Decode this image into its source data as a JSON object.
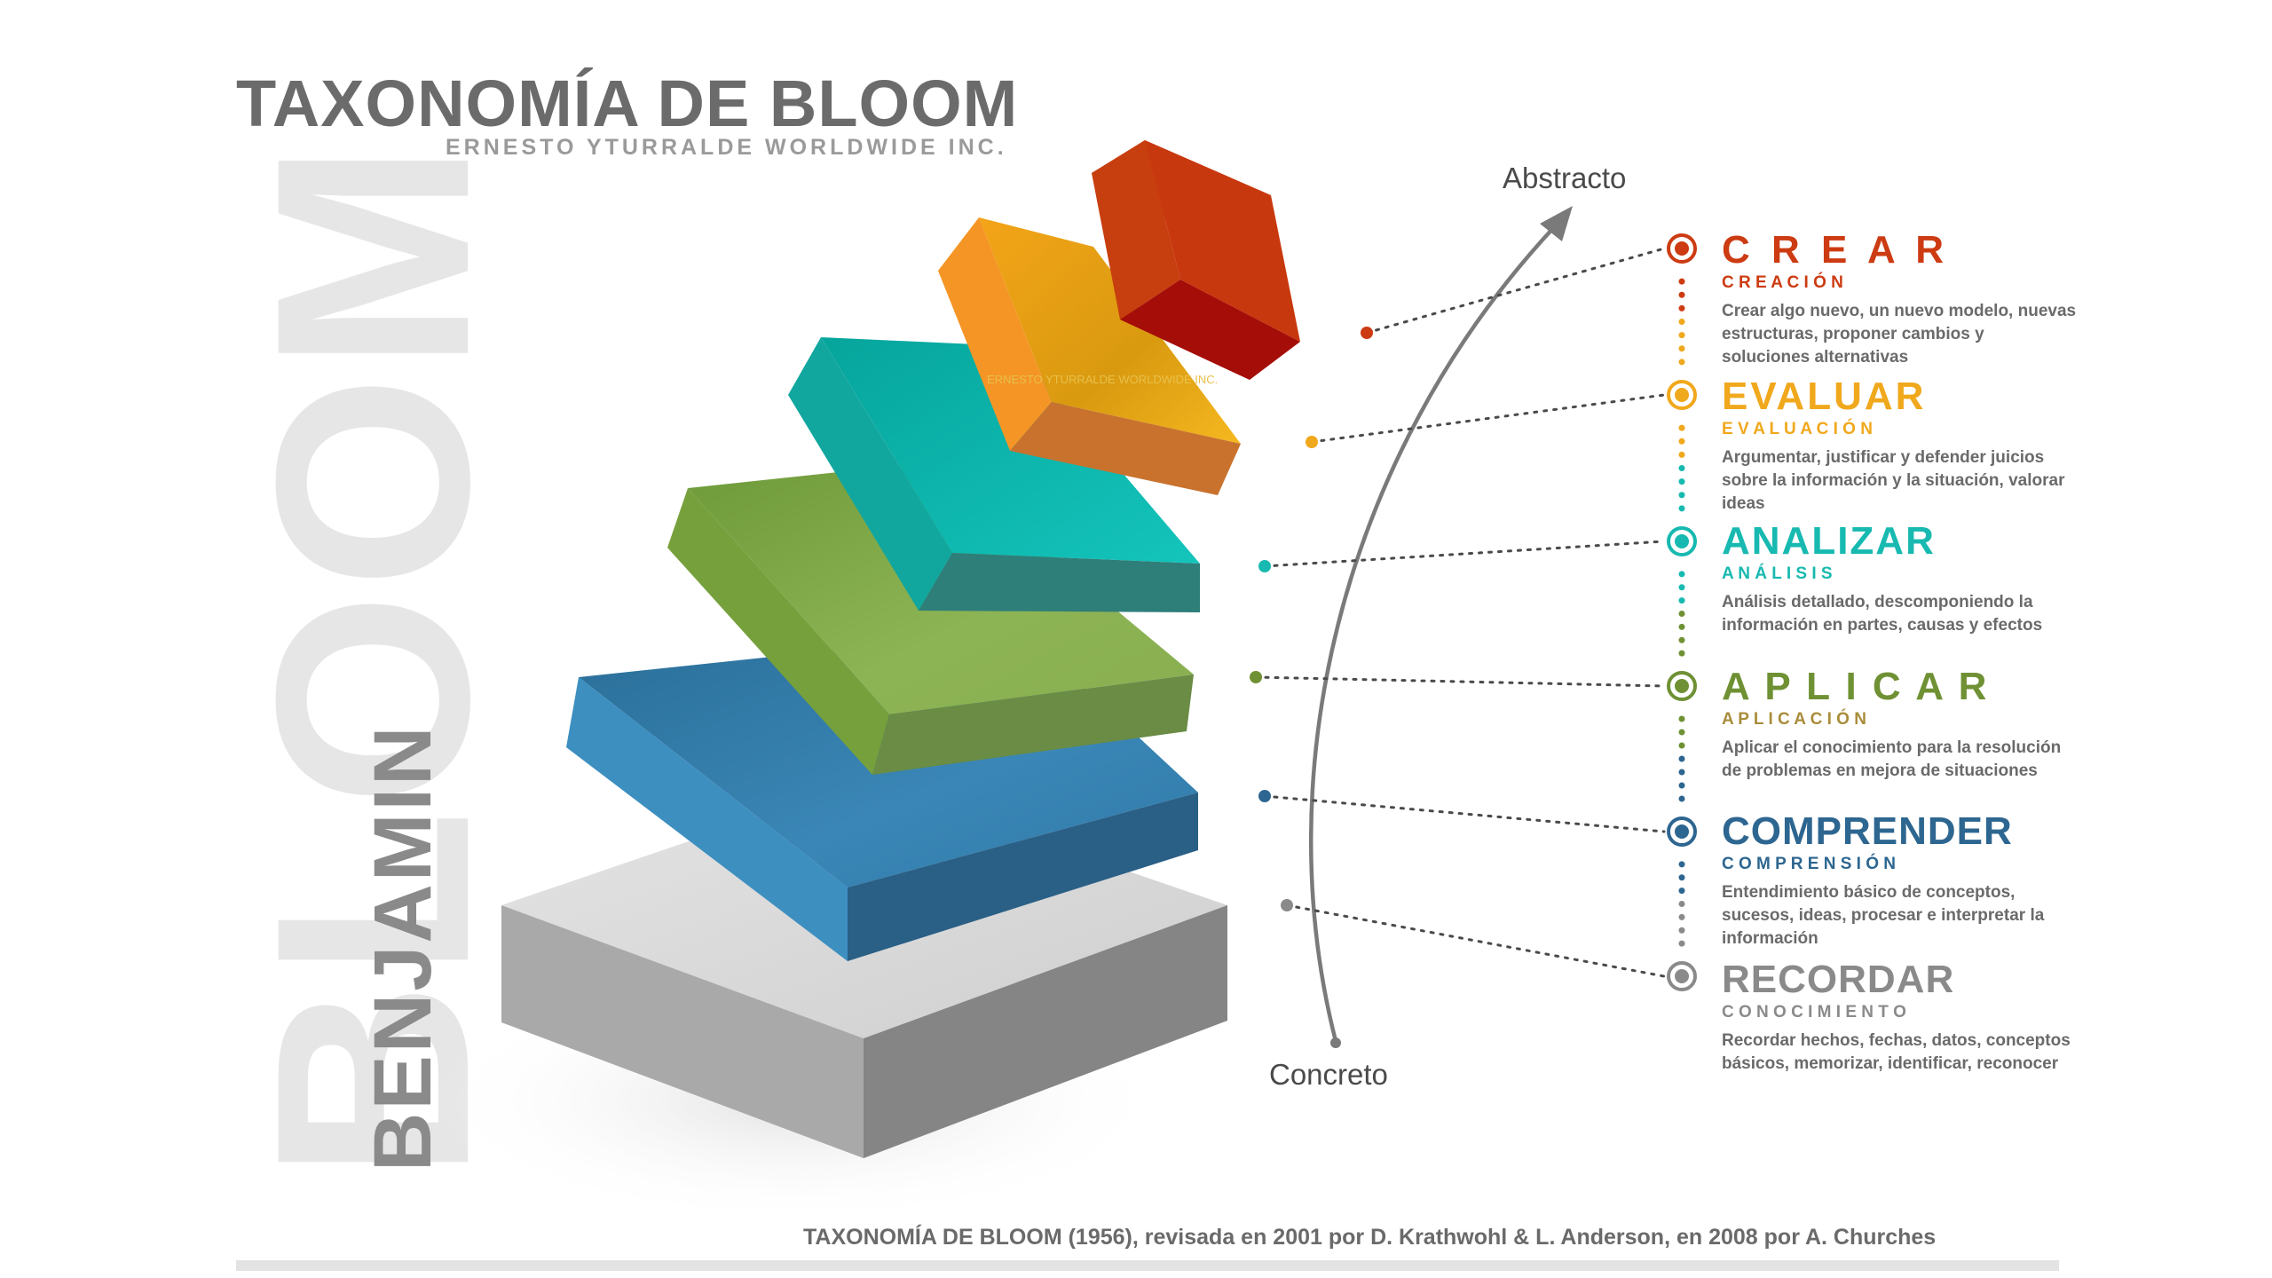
{
  "header": {
    "title": "TAXONOMÍA DE BLOOM",
    "subtitle": "ERNESTO YTURRALDE WORLDWIDE INC."
  },
  "watermark": {
    "surname": "BLOOM",
    "first_name": "BENJAMIN",
    "block_text": "ERNESTO YTURRALDE WORLDWIDE INC."
  },
  "axis": {
    "top_label": "Abstracto",
    "bottom_label": "Concreto"
  },
  "levels": [
    {
      "title": "C R E A R",
      "subtitle": "C R E A C I Ó N",
      "description": "Crear algo nuevo, un nuevo modelo, nuevas estructuras, proponer cambios y soluciones alternativas",
      "color": "#cc3b12"
    },
    {
      "title": "EVALUAR",
      "subtitle": "E V A L U A C I Ó N",
      "description": "Argumentar, justificar y defender juicios sobre la información y la situación, valorar ideas",
      "color": "#f0a81c"
    },
    {
      "title": "ANALIZAR",
      "subtitle": "A N Á L I S I S",
      "description": "Análisis detallado, descomponiendo la información en partes, causas y efectos",
      "color": "#17b9b0"
    },
    {
      "title": "A P L I C A R",
      "subtitle": "A P L I C A C I Ó N",
      "description": "Aplicar el conocimiento para la resolución de problemas en mejora de situaciones",
      "color": "#6f9134"
    },
    {
      "title": "COMPRENDER",
      "subtitle": "C O M P R E N S I Ó N",
      "description": "Entendimiento básico de conceptos, sucesos, ideas, procesar e interpretar la información",
      "color": "#2d6690"
    },
    {
      "title": "RECORDAR",
      "subtitle": "C O N O C I M I E N T O",
      "description": "Recordar hechos, fechas, datos, conceptos básicos, memorizar, identificar, reconocer",
      "color": "#8a8a8a"
    }
  ],
  "footer": {
    "text": "TAXONOMÍA DE BLOOM (1956), revisada en 2001 por D. Krathwohl & L. Anderson, en 2008 por A. Churches"
  }
}
